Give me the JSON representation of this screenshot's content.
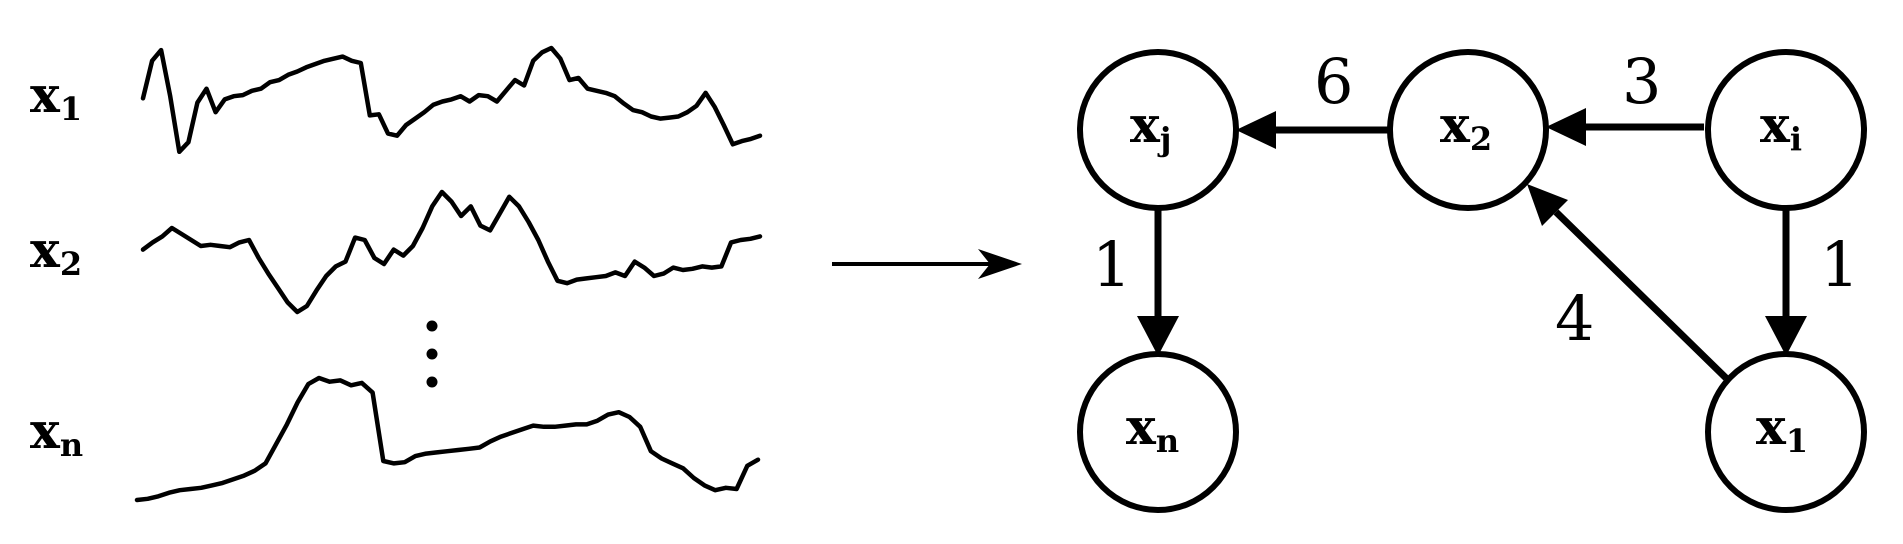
{
  "series": [
    {
      "label": "x",
      "sub": "1",
      "values": [
        0.53,
        0.88,
        0.98,
        0.55,
        0.03,
        0.12,
        0.49,
        0.62,
        0.4,
        0.52,
        0.55,
        0.56,
        0.6,
        0.62,
        0.68,
        0.7,
        0.75,
        0.78,
        0.82,
        0.85,
        0.88,
        0.9,
        0.92,
        0.88,
        0.86,
        0.37,
        0.38,
        0.2,
        0.18,
        0.28,
        0.34,
        0.4,
        0.47,
        0.5,
        0.52,
        0.55,
        0.5,
        0.56,
        0.55,
        0.5,
        0.6,
        0.7,
        0.65,
        0.88,
        0.96,
        1.0,
        0.9,
        0.7,
        0.72,
        0.62,
        0.6,
        0.58,
        0.55,
        0.48,
        0.42,
        0.4,
        0.36,
        0.34,
        0.35,
        0.36,
        0.4,
        0.46,
        0.58,
        0.45,
        0.28,
        0.1,
        0.13,
        0.15,
        0.18
      ]
    },
    {
      "label": "x",
      "sub": "2",
      "values": [
        0.52,
        0.58,
        0.63,
        0.7,
        0.65,
        0.6,
        0.55,
        0.56,
        0.55,
        0.54,
        0.58,
        0.6,
        0.45,
        0.32,
        0.2,
        0.08,
        0.0,
        0.05,
        0.18,
        0.3,
        0.38,
        0.42,
        0.62,
        0.6,
        0.45,
        0.4,
        0.52,
        0.47,
        0.55,
        0.7,
        0.88,
        1.0,
        0.92,
        0.8,
        0.88,
        0.72,
        0.68,
        0.82,
        0.96,
        0.88,
        0.75,
        0.6,
        0.42,
        0.26,
        0.24,
        0.27,
        0.28,
        0.29,
        0.3,
        0.33,
        0.3,
        0.42,
        0.37,
        0.3,
        0.32,
        0.37,
        0.35,
        0.36,
        0.38,
        0.37,
        0.38,
        0.58,
        0.6,
        0.61,
        0.63
      ]
    },
    {
      "label": "x",
      "sub": "n",
      "values": [
        0.0,
        0.01,
        0.03,
        0.06,
        0.08,
        0.09,
        0.1,
        0.12,
        0.14,
        0.17,
        0.2,
        0.24,
        0.3,
        0.46,
        0.62,
        0.8,
        0.95,
        1.0,
        0.97,
        0.98,
        0.94,
        0.96,
        0.88,
        0.32,
        0.3,
        0.31,
        0.36,
        0.38,
        0.39,
        0.4,
        0.41,
        0.42,
        0.43,
        0.48,
        0.52,
        0.55,
        0.58,
        0.61,
        0.6,
        0.6,
        0.61,
        0.62,
        0.62,
        0.65,
        0.7,
        0.72,
        0.68,
        0.6,
        0.4,
        0.34,
        0.3,
        0.26,
        0.18,
        0.12,
        0.08,
        0.1,
        0.09,
        0.28,
        0.33
      ]
    }
  ],
  "ellipsis": "⋮",
  "graph": {
    "nodes": [
      {
        "id": "xj",
        "label": "x",
        "sub": "j"
      },
      {
        "id": "x2",
        "label": "x",
        "sub": "2"
      },
      {
        "id": "xi",
        "label": "x",
        "sub": "i"
      },
      {
        "id": "xn",
        "label": "x",
        "sub": "n"
      },
      {
        "id": "x1",
        "label": "x",
        "sub": "1"
      }
    ],
    "edges": [
      {
        "from": "x2",
        "to": "xj",
        "weight": "6"
      },
      {
        "from": "xi",
        "to": "x2",
        "weight": "3"
      },
      {
        "from": "xj",
        "to": "xn",
        "weight": "1"
      },
      {
        "from": "xi",
        "to": "x1",
        "weight": "1"
      },
      {
        "from": "x1",
        "to": "x2",
        "weight": "4"
      }
    ]
  }
}
